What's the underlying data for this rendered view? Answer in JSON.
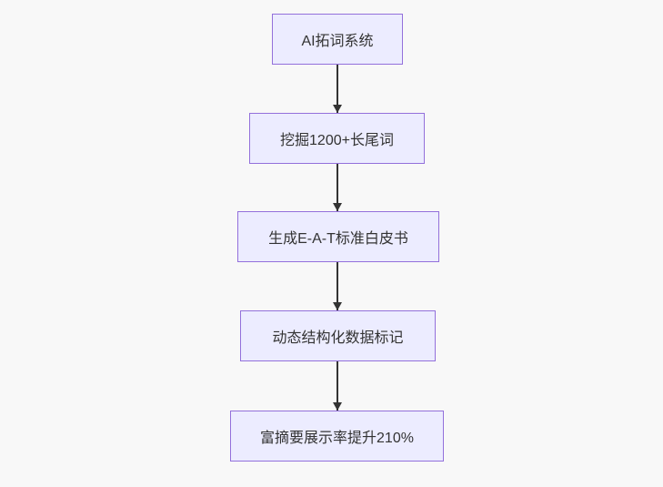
{
  "diagram": {
    "type": "flowchart",
    "direction": "top-down",
    "nodes": [
      {
        "label": "AI拓词系统"
      },
      {
        "label": "挖掘1200+长尾词"
      },
      {
        "label": "生成E-A-T标准白皮书"
      },
      {
        "label": "动态结构化数据标记"
      },
      {
        "label": "富摘要展示率提升210%"
      }
    ],
    "edges": [
      {
        "from": 0,
        "to": 1
      },
      {
        "from": 1,
        "to": 2
      },
      {
        "from": 2,
        "to": 3
      },
      {
        "from": 3,
        "to": 4
      }
    ],
    "colors": {
      "background": "#f8f8f8",
      "node_fill": "#ececff",
      "node_border": "#9370db",
      "text": "#333333",
      "arrow": "#333333"
    }
  }
}
